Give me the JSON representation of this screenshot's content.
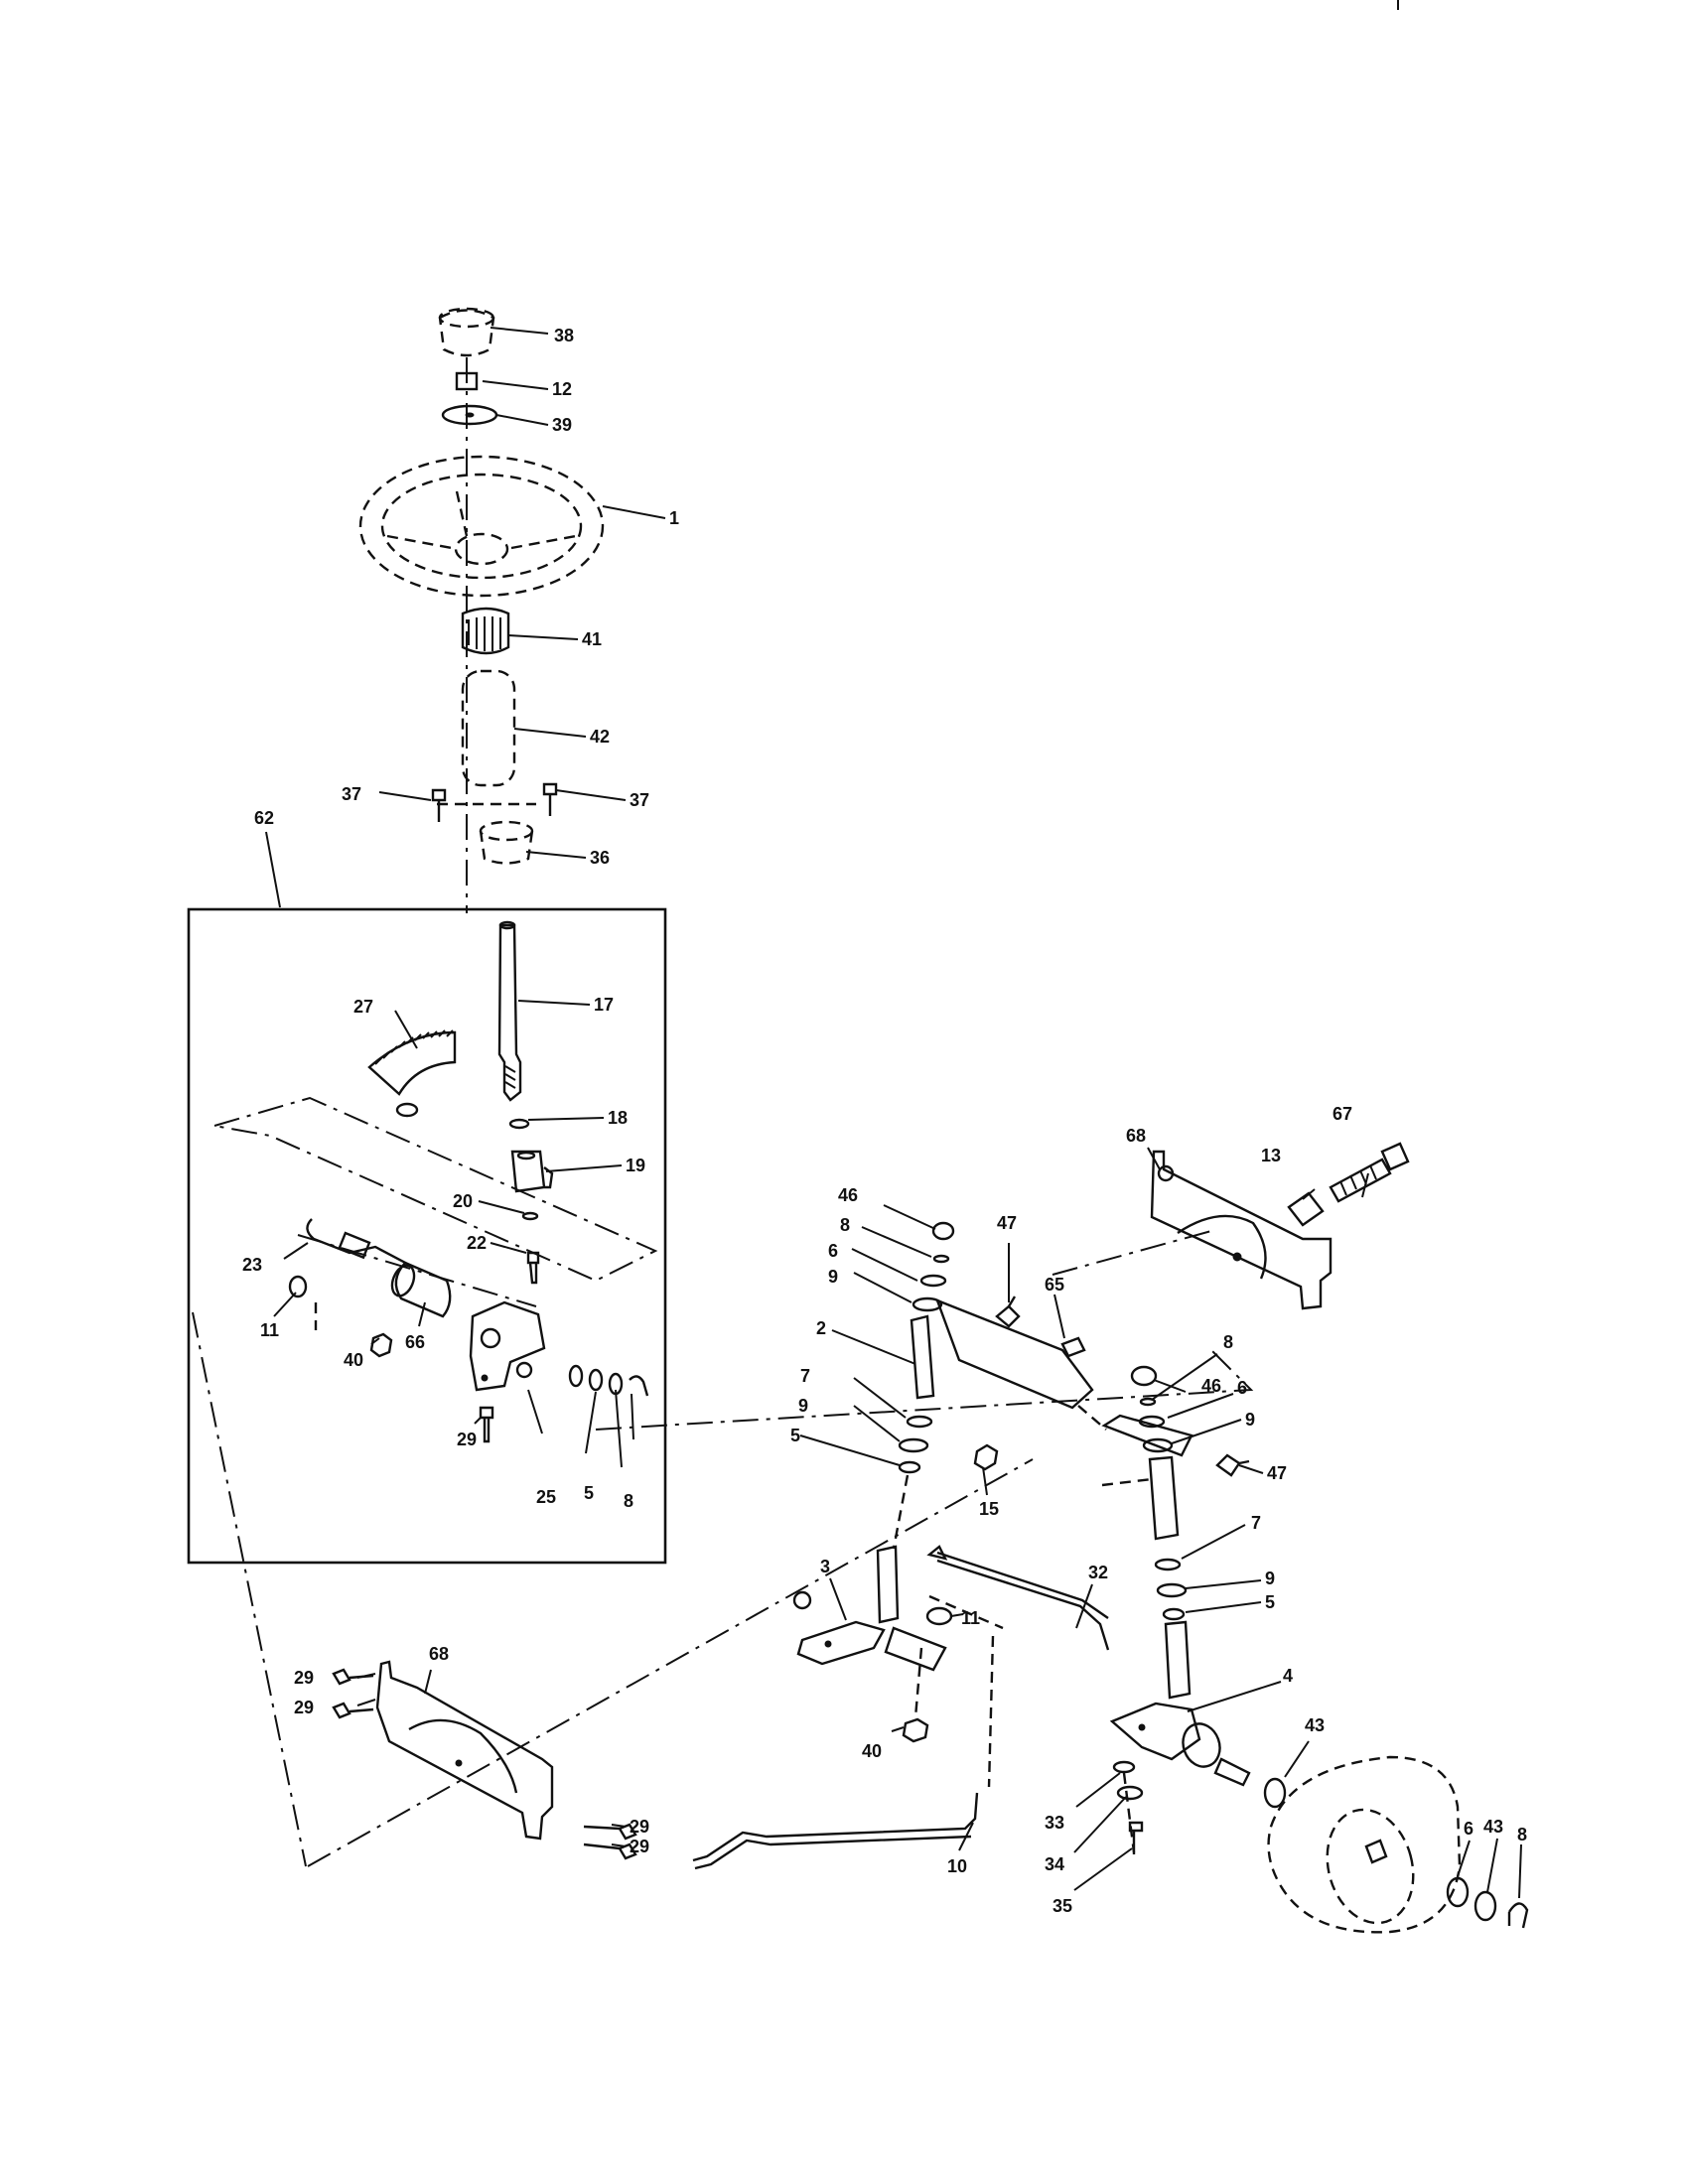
{
  "diagram": {
    "callouts": [
      {
        "id": "c38",
        "text": "38"
      },
      {
        "id": "c12",
        "text": "12"
      },
      {
        "id": "c39",
        "text": "39"
      },
      {
        "id": "c1",
        "text": "1"
      },
      {
        "id": "c41",
        "text": "41"
      },
      {
        "id": "c42",
        "text": "42"
      },
      {
        "id": "c37a",
        "text": "37"
      },
      {
        "id": "c37b",
        "text": "37"
      },
      {
        "id": "c62",
        "text": "62"
      },
      {
        "id": "c36",
        "text": "36"
      },
      {
        "id": "c17",
        "text": "17"
      },
      {
        "id": "c27",
        "text": "27"
      },
      {
        "id": "c18",
        "text": "18"
      },
      {
        "id": "c19",
        "text": "19"
      },
      {
        "id": "c20",
        "text": "20"
      },
      {
        "id": "c22",
        "text": "22"
      },
      {
        "id": "c23",
        "text": "23"
      },
      {
        "id": "c11a",
        "text": "11"
      },
      {
        "id": "c40a",
        "text": "40"
      },
      {
        "id": "c66",
        "text": "66"
      },
      {
        "id": "c29a",
        "text": "29"
      },
      {
        "id": "c25",
        "text": "25"
      },
      {
        "id": "c5a",
        "text": "5"
      },
      {
        "id": "c8a",
        "text": "8"
      },
      {
        "id": "c68a",
        "text": "68"
      },
      {
        "id": "c67",
        "text": "67"
      },
      {
        "id": "c13",
        "text": "13"
      },
      {
        "id": "c46a",
        "text": "46"
      },
      {
        "id": "c8b",
        "text": "8"
      },
      {
        "id": "c6a",
        "text": "6"
      },
      {
        "id": "c9a",
        "text": "9"
      },
      {
        "id": "c47a",
        "text": "47"
      },
      {
        "id": "c65",
        "text": "65"
      },
      {
        "id": "c2",
        "text": "2"
      },
      {
        "id": "c7a",
        "text": "7"
      },
      {
        "id": "c9b",
        "text": "9"
      },
      {
        "id": "c5b",
        "text": "5"
      },
      {
        "id": "c15",
        "text": "15"
      },
      {
        "id": "c46b",
        "text": "46"
      },
      {
        "id": "c8c",
        "text": "8"
      },
      {
        "id": "c6b",
        "text": "6"
      },
      {
        "id": "c9c",
        "text": "9"
      },
      {
        "id": "c47b",
        "text": "47"
      },
      {
        "id": "c7b",
        "text": "7"
      },
      {
        "id": "c9d",
        "text": "9"
      },
      {
        "id": "c5c",
        "text": "5"
      },
      {
        "id": "c3",
        "text": "3"
      },
      {
        "id": "c32",
        "text": "32"
      },
      {
        "id": "c11b",
        "text": "11"
      },
      {
        "id": "c4",
        "text": "4"
      },
      {
        "id": "c29b",
        "text": "29"
      },
      {
        "id": "c29c",
        "text": "29"
      },
      {
        "id": "c68b",
        "text": "68"
      },
      {
        "id": "c40b",
        "text": "40"
      },
      {
        "id": "c43a",
        "text": "43"
      },
      {
        "id": "c29d",
        "text": "29"
      },
      {
        "id": "c29e",
        "text": "29"
      },
      {
        "id": "c33",
        "text": "33"
      },
      {
        "id": "c6c",
        "text": "6"
      },
      {
        "id": "c43b",
        "text": "43"
      },
      {
        "id": "c8d",
        "text": "8"
      },
      {
        "id": "c10",
        "text": "10"
      },
      {
        "id": "c34",
        "text": "34"
      },
      {
        "id": "c35",
        "text": "35"
      }
    ]
  }
}
